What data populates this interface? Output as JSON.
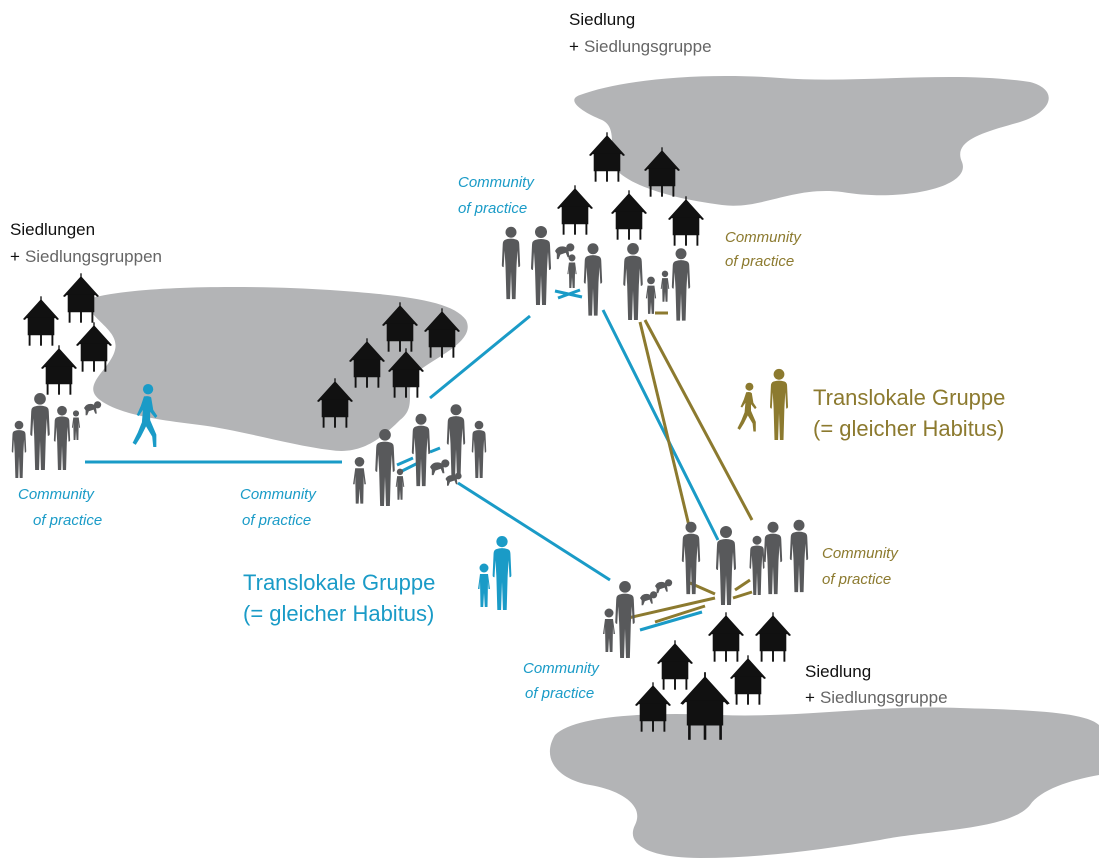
{
  "colors": {
    "blue": "#1a9bc7",
    "olive": "#8c7a2f",
    "land": "#b3b4b6",
    "people": "#58595b",
    "houses": "#111111",
    "sub": "#666666"
  },
  "settlements": {
    "top": {
      "title": "Siedlung",
      "plus": "+",
      "sub": "Siedlungsgruppe"
    },
    "left": {
      "title": "Siedlungen",
      "plus": "+",
      "sub": "Siedlungsgruppen"
    },
    "bottom": {
      "title": "Siedlung",
      "plus": "+",
      "sub": "Siedlungsgruppe"
    }
  },
  "communities": [
    {
      "line1": "Community",
      "line2": "of practice"
    },
    {
      "line1": "Community",
      "line2": "of practice"
    },
    {
      "line1": "Community",
      "line2": "of practice"
    },
    {
      "line1": "Community",
      "line2": "of practice"
    },
    {
      "line1": "Community",
      "line2": "of practice"
    },
    {
      "line1": "Community",
      "line2": "of practice"
    }
  ],
  "translocal_groups": [
    {
      "line1": "Translokale Gruppe",
      "line2": "(= gleicher Habitus)"
    },
    {
      "line1": "Translokale Gruppe",
      "line2": "(= gleicher Habitus)"
    }
  ]
}
